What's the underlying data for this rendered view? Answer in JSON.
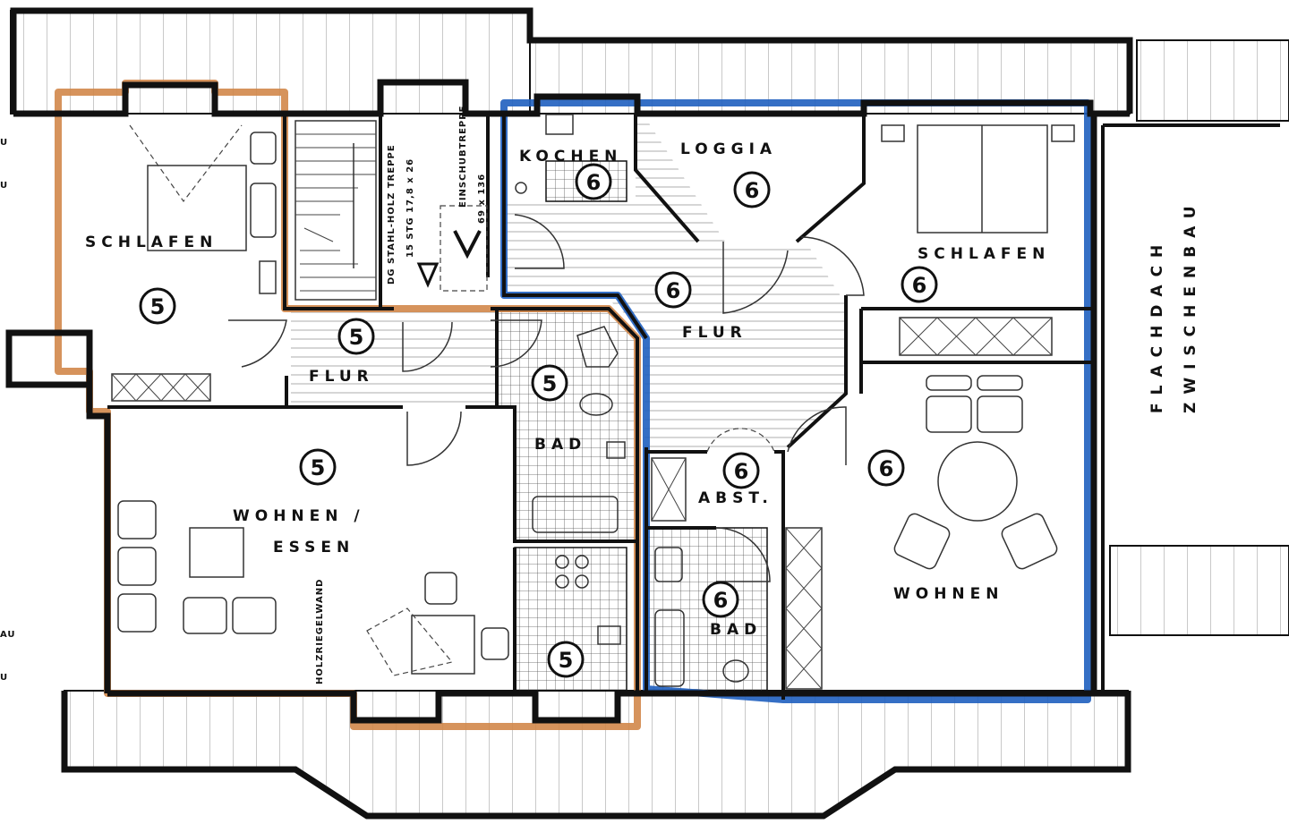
{
  "rooms": {
    "schlafen_left": "SCHLAFEN",
    "flur_left": "FLUR",
    "bad_left": "BAD",
    "wohnen_essen_1": "WOHNEN /",
    "wohnen_essen_2": "ESSEN",
    "kochen": "KOCHEN",
    "loggia": "LOGGIA",
    "flur_right": "FLUR",
    "schlafen_right": "SCHLAFEN",
    "abst": "ABST.",
    "bad_right": "BAD",
    "wohnen_right": "WOHNEN"
  },
  "annotations": {
    "stair_1": "DG  STAHL-HOLZ  TREPPE",
    "stair_2": "15  STG    17,8 x 26",
    "ladder_1": "EINSCHUBTREPPE",
    "ladder_2": "69 x 136",
    "partition": "HOLZRIEGELWAND",
    "flat_roof_1": "FLACHDACH",
    "flat_roof_2": "ZWISCHENBAU",
    "edge_1": "U",
    "edge_2": "U",
    "edge_3": "AU",
    "edge_4": "U"
  },
  "unit_markers": {
    "m1": "5",
    "m2": "5",
    "m3": "5",
    "m4": "5",
    "m5": "5",
    "m6": "6",
    "m7": "6",
    "m8": "6",
    "m9": "6",
    "m10": "6",
    "m11": "6",
    "m12": "6"
  },
  "colors": {
    "unit_5_outline": "#d2874a",
    "unit_6_outline": "#1f5fbf",
    "walls": "#111111",
    "paper": "#ffffff"
  }
}
